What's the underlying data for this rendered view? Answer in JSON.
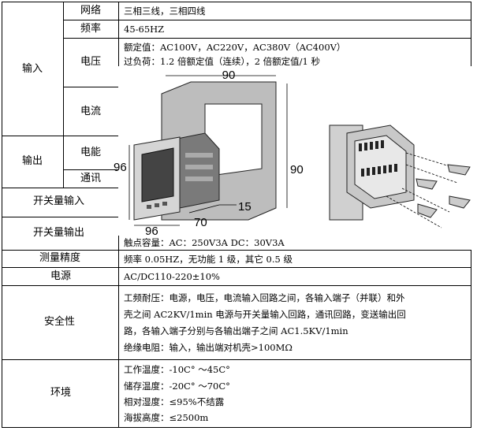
{
  "table": {
    "input": {
      "group": "输入",
      "network": {
        "label": "网络",
        "value": "三相三线，三相四线"
      },
      "frequency": {
        "label": "频率",
        "value": "45-65HZ"
      },
      "voltage": {
        "label": "电压",
        "line1": "额定值：AC100V，AC220V，AC380V（AC400V）",
        "line2": "过负荷：1.2 倍额定值（连续），2 倍额定值/1 秒"
      },
      "current": {
        "label": "电流"
      }
    },
    "output": {
      "group": "输出",
      "energy": {
        "label": "电能"
      },
      "comm": {
        "label": "通讯"
      }
    },
    "switch_in": {
      "label": "开关量输入"
    },
    "switch_out": {
      "label": "开关量输出",
      "value": "触点容量：AC：250V3A DC：30V3A"
    },
    "accuracy": {
      "label": "测量精度",
      "value": "频率 0.05HZ，无功能 1 级，其它 0.5 级"
    },
    "power": {
      "label": "电源",
      "value": "AC/DC110-220±10%"
    },
    "safety": {
      "label": "安全性",
      "lines": [
        "工频耐压：电源，电压，电流输入回路之间，各输入端子（并联）和外",
        "壳之间 AC2KV/1min 电源与开关量输入回路，通讯回路，变送输出回",
        "路，各输入端子分别与各输出端子之间 AC1.5KV/1min",
        "绝缘电阻：输入，输出端对机壳>100MΩ"
      ]
    },
    "environment": {
      "label": "环境",
      "lines": [
        "工作温度：-10C° ～45C°",
        "储存温度：-20C° ～70C°",
        "相对湿度：≤95%不结露",
        "海拔高度：≤2500m"
      ]
    }
  },
  "drawing": {
    "dim_90_top": "90",
    "dim_90_right": "90",
    "dim_96_left": "96",
    "dim_96_bottom": "96",
    "dim_70": "70",
    "dim_15": "15"
  }
}
